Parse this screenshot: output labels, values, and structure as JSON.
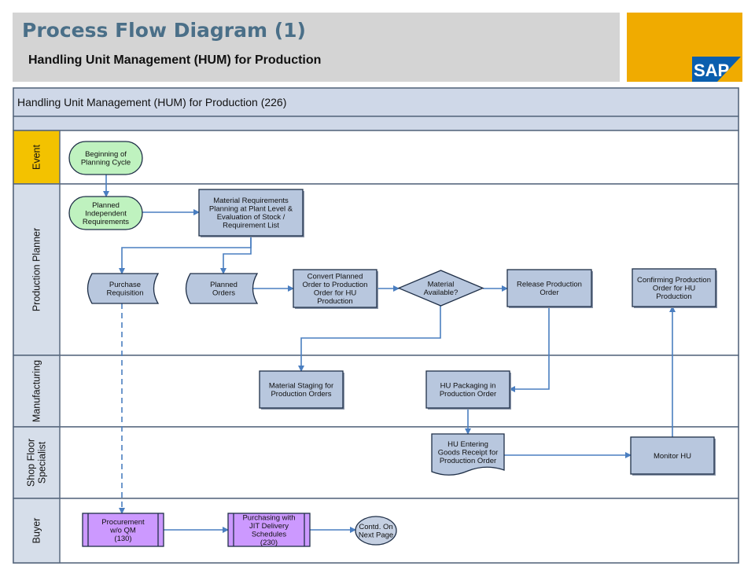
{
  "header": {
    "title": "Process Flow Diagram (1)",
    "subtitle": "Handling Unit Management (HUM) for Production",
    "logo_text": "SAP",
    "colors": {
      "band": "#d4d4d4",
      "title": "#4a6f88",
      "logo_bg": "#f0ab00",
      "logo_blue": "#0a5eae"
    }
  },
  "diagram": {
    "title": "Handling Unit Management (HUM) for Production (226)",
    "lanes": [
      {
        "id": "event",
        "label": "Event",
        "highlight": true
      },
      {
        "id": "planner",
        "label": "Production Planner"
      },
      {
        "id": "mfg",
        "label": "Manufacturing"
      },
      {
        "id": "shop",
        "label": "Shop Floor Specialist",
        "lines": [
          "Shop Floor",
          "Specialist"
        ]
      },
      {
        "id": "buyer",
        "label": "Buyer"
      }
    ],
    "nodes": [
      {
        "id": "begin",
        "type": "terminal",
        "lines": [
          "Beginning of",
          "Planning Cycle"
        ]
      },
      {
        "id": "pir",
        "type": "terminal",
        "lines": [
          "Planned",
          "Independent",
          "Requirements"
        ]
      },
      {
        "id": "mrp",
        "type": "process",
        "lines": [
          "Material Requirements",
          "Planning at Plant Level &",
          "Evaluation of Stock /",
          "Requirement List"
        ]
      },
      {
        "id": "purreq",
        "type": "data",
        "lines": [
          "Purchase",
          "Requisition"
        ]
      },
      {
        "id": "plord",
        "type": "data",
        "lines": [
          "Planned",
          "Orders"
        ]
      },
      {
        "id": "convert",
        "type": "process",
        "lines": [
          "Convert Planned",
          "Order to Production",
          "Order for HU",
          "Production"
        ]
      },
      {
        "id": "avail",
        "type": "decision",
        "lines": [
          "Material",
          "Available?"
        ]
      },
      {
        "id": "release",
        "type": "process",
        "lines": [
          "Release Production",
          "Order"
        ]
      },
      {
        "id": "confirm",
        "type": "process",
        "lines": [
          "Confirming Production",
          "Order for HU",
          "Production"
        ]
      },
      {
        "id": "staging",
        "type": "process",
        "lines": [
          "Material Staging for",
          "Production Orders"
        ]
      },
      {
        "id": "pack",
        "type": "process",
        "lines": [
          "HU Packaging in",
          "Production Order"
        ]
      },
      {
        "id": "gr",
        "type": "document",
        "lines": [
          "HU Entering",
          "Goods Receipt for",
          "Production Order"
        ]
      },
      {
        "id": "monitor",
        "type": "process",
        "lines": [
          "Monitor HU"
        ]
      },
      {
        "id": "proc",
        "type": "subprocess",
        "lines": [
          "Procurement",
          "w/o QM",
          "(130)"
        ]
      },
      {
        "id": "jit",
        "type": "subprocess",
        "lines": [
          "Purchasing with",
          "JIT Delivery",
          "Schedules",
          "(230)"
        ]
      },
      {
        "id": "contd",
        "type": "connector",
        "lines": [
          "Contd. On",
          "Next Page"
        ]
      }
    ],
    "edges": [
      {
        "from": "begin",
        "to": "pir"
      },
      {
        "from": "pir",
        "to": "mrp"
      },
      {
        "from": "mrp",
        "to": "purreq"
      },
      {
        "from": "mrp",
        "to": "plord"
      },
      {
        "from": "plord",
        "to": "convert"
      },
      {
        "from": "convert",
        "to": "avail"
      },
      {
        "from": "avail",
        "to": "release"
      },
      {
        "from": "avail",
        "to": "staging"
      },
      {
        "from": "release",
        "to": "pack"
      },
      {
        "from": "pack",
        "to": "gr"
      },
      {
        "from": "gr",
        "to": "monitor"
      },
      {
        "from": "monitor",
        "to": "confirm"
      },
      {
        "from": "purreq",
        "to": "proc",
        "style": "dashed"
      },
      {
        "from": "proc",
        "to": "jit"
      },
      {
        "from": "jit",
        "to": "contd"
      }
    ],
    "colors": {
      "box": "#b8c7de",
      "box_stroke": "#1f2f47",
      "terminal": "#bff2bf",
      "subprocess": "#cc99ff",
      "connector": "#c5d0e2",
      "title_bar": "#cfd8e8",
      "lane_label": "#d6deea",
      "event_label": "#f3c200",
      "arrow": "#4a7ec0"
    }
  }
}
